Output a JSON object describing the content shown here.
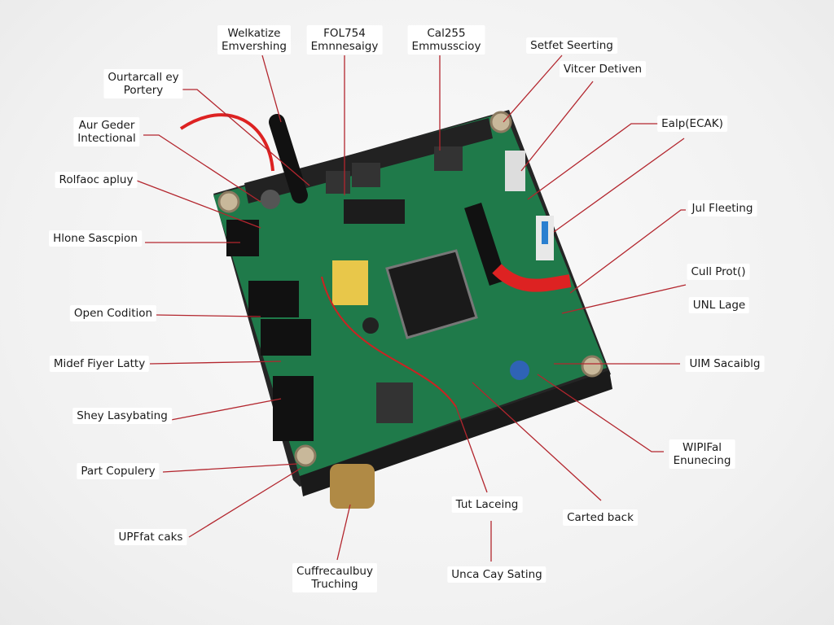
{
  "labels": [
    {
      "text": "Welkatize\nEmvershing"
    },
    {
      "text": "FOL754\nEmnnesaigy"
    },
    {
      "text": "Cal255\nEmmusscioy"
    },
    {
      "text": "Setfet Seerting"
    },
    {
      "text": "Vitcer Detiven"
    },
    {
      "text": "Ealp(ECAK)"
    },
    {
      "text": "Jul Fleeting"
    },
    {
      "text": "Cull Prot()"
    },
    {
      "text": "UNL Lage"
    },
    {
      "text": "UIM Sacaiblg"
    },
    {
      "text": "WIPIFal\nEnunecing"
    },
    {
      "text": "Carted back"
    },
    {
      "text": "Tut Laceing"
    },
    {
      "text": "Unca Cay Sating"
    },
    {
      "text": "Cuffrecaulbuy\nTruching"
    },
    {
      "text": "UPFfat caks"
    },
    {
      "text": "Part Copulery"
    },
    {
      "text": "Shey Lasybating"
    },
    {
      "text": "Midef Fiyer Latty"
    },
    {
      "text": "Open Codition"
    },
    {
      "text": "Hlone Sascpion"
    },
    {
      "text": "Rolfaoc apluy"
    },
    {
      "text": "Aur Geder\nIntectional"
    },
    {
      "text": "Ourtarcall ey\nPortery"
    }
  ],
  "colors": {
    "pcb": "#1f7a4a",
    "leader": "#b3262e",
    "case": "#2a2a2a"
  }
}
